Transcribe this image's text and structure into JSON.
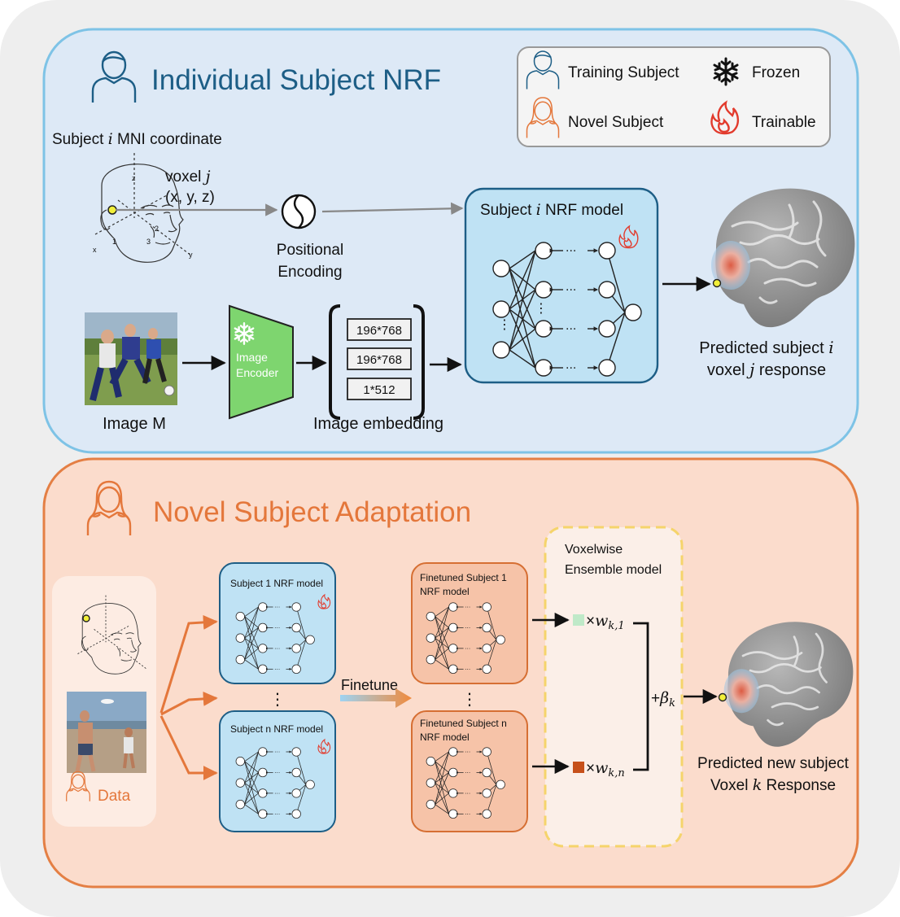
{
  "top": {
    "title": "Individual Subject NRF",
    "mni_label_prefix": "Subject ",
    "mni_label_var": "i",
    "mni_label_suffix": " MNI coordinate",
    "voxel_prefix": "voxel ",
    "voxel_var": "j",
    "coords": "(x, y, z)",
    "pos_enc_line1": "Positional",
    "pos_enc_line2": "Encoding",
    "image_label": "Image M",
    "encoder_line1": "Image",
    "encoder_line2": "Encoder",
    "embedding_rows": [
      "196*768",
      "196*768",
      "1*512"
    ],
    "embedding_label": "Image embedding",
    "nrf_title_prefix": "Subject ",
    "nrf_title_var": "i",
    "nrf_title_suffix": " NRF model",
    "pred_line1_prefix": "Predicted subject ",
    "pred_line1_var": "i",
    "pred_line2_prefix": "voxel ",
    "pred_line2_var": "j",
    "pred_line2_suffix": " response",
    "head_axis_labels": [
      "z",
      "x",
      "y",
      "1",
      "2",
      "3"
    ]
  },
  "legend": {
    "training_subject": "Training  Subject",
    "novel_subject": "Novel  Subject",
    "frozen": "Frozen",
    "trainable": "Trainable"
  },
  "bottom": {
    "title": "Novel Subject Adaptation",
    "data_label": "Data",
    "subject1_model": "Subject 1 NRF model",
    "subjectn_model": "Subject n NRF model",
    "finetune_label": "Finetune",
    "finetuned1_line1": "Finetuned Subject 1",
    "finetuned1_line2": "NRF model",
    "finetunedn_line1": "Finetuned Subject n",
    "finetunedn_line2": "NRF model",
    "ensemble_line1": "Voxelwise",
    "ensemble_line2": "Ensemble model",
    "weight1_base": "w",
    "weight1_sub": "k,1",
    "weightn_base": "w",
    "weightn_sub": "k,n",
    "times": "×",
    "beta_prefix": "+",
    "beta_base": "β",
    "beta_sub": "k",
    "vdots": "⋮",
    "pred_line1": "Predicted new subject",
    "pred_line2_prefix": "Voxel ",
    "pred_line2_var": "k",
    "pred_line2_suffix": " Response"
  },
  "colors": {
    "outer_bg": "#eeeeee",
    "top_panel": "#dde9f6",
    "top_border": "#7ec3e6",
    "bottom_panel": "#fbdccc",
    "bottom_border": "#e47f44",
    "title_blue": "#1d5e86",
    "title_orange": "#e4773b",
    "nrf_fill": "#bfe2f4",
    "nrf_border": "#1d5e86",
    "ft_fill": "#f6c3a8",
    "ft_border": "#d66f33",
    "encoder_green": "#7ed56f",
    "fire_red": "#e23b2d",
    "ensemble_dash": "#f5d46b",
    "w1_square": "#bfe9c8",
    "wn_square": "#c6501a"
  }
}
